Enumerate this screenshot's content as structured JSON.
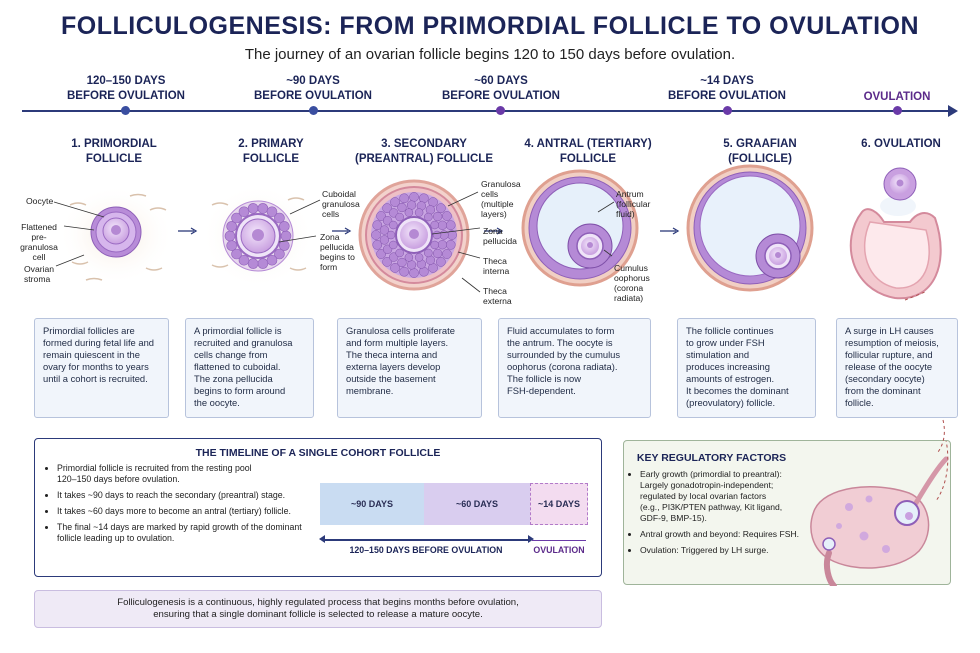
{
  "title": "FOLLICULOGENESIS: FROM PRIMORDIAL FOLLICLE TO OVULATION",
  "subtitle": "The journey of an ovarian follicle begins 120 to 150 days before ovulation.",
  "timeline": [
    {
      "line1": "120–150 DAYS",
      "line2": "BEFORE OVULATION"
    },
    {
      "line1": "~90 DAYS",
      "line2": "BEFORE OVULATION"
    },
    {
      "line1": "~60 DAYS",
      "line2": "BEFORE OVULATION"
    },
    {
      "line1": "~14 DAYS",
      "line2": "BEFORE OVULATION"
    },
    {
      "line1": "OVULATION",
      "line2": ""
    }
  ],
  "stages": [
    {
      "title1": "1. PRIMORDIAL",
      "title2": "FOLLICLE",
      "labels": [
        "Oocyte",
        "Flattened",
        "pre-granulosa",
        "cell",
        "Ovarian",
        "stroma"
      ],
      "desc": [
        "Primordial follicles are",
        "formed during fetal life and",
        "remain quiescent in the",
        "ovary for months to years",
        "until a cohort is recruited."
      ]
    },
    {
      "title1": "2. PRIMARY",
      "title2": "FOLLICLE",
      "labels": [
        "Cuboidal",
        "granulosa",
        "cells",
        "Zona",
        "pellucida",
        "begins to",
        "form"
      ],
      "desc": [
        "A primordial follicle is",
        "recruited and granulosa",
        "cells change from",
        "flattened to cuboidal.",
        "The zona pellucida",
        "begins to form around",
        "the oocyte."
      ]
    },
    {
      "title1": "3. SECONDARY",
      "title2": "(PREANTRAL) FOLLICLE",
      "labels": [
        "Granulosa",
        "cells",
        "(multiple",
        "layers)",
        "Zona",
        "pellucida",
        "Theca",
        "interna",
        "Theca",
        "externa"
      ],
      "desc": [
        "Granulosa cells proliferate",
        "and form multiple layers.",
        "The theca interna and",
        "externa layers develop",
        "outside the basement",
        "membrane."
      ]
    },
    {
      "title1": "4. ANTRAL (TERTIARY)",
      "title2": "FOLLICLE",
      "labels": [
        "Antrum",
        "(follicular",
        "fluid)",
        "Cumulus",
        "oophorus",
        "(corona",
        "radiata)"
      ],
      "desc": [
        "Fluid accumulates to form",
        "the antrum. The oocyte is",
        "surrounded by the cumulus",
        "oophorus (corona radiata).",
        "The follicle is now",
        "FSH-dependent."
      ]
    },
    {
      "title1": "5. GRAAFIAN",
      "title2": "(FOLLICLE)",
      "labels": [],
      "desc": [
        "The follicle continues",
        "to grow under FSH",
        "stimulation and",
        "produces increasing",
        "amounts of estrogen.",
        "It becomes the dominant",
        "(preovulatory) follicle."
      ]
    },
    {
      "title1": "6. OVULATION",
      "title2": "",
      "labels": [],
      "desc": [
        "A surge in LH causes",
        "resumption of meiosis,",
        "follicular rupture, and",
        "release of the oocyte",
        "(secondary oocyte)",
        "from the dominant",
        "follicle."
      ]
    }
  ],
  "cohort": {
    "title": "THE TIMELINE OF A SINGLE COHORT FOLLICLE",
    "bullets": [
      [
        "Primordial follicle is recruited from the resting pool",
        "120–150 days before ovulation."
      ],
      [
        "It takes ~90 days to reach the secondary (preantral) stage."
      ],
      [
        "It takes ~60 days more to become an antral (tertiary) follicle."
      ],
      [
        "The final ~14 days are marked by rapid growth of the dominant",
        "follicle leading up to ovulation."
      ]
    ],
    "bars": [
      "~90 DAYS",
      "~60 DAYS",
      "~14 DAYS"
    ],
    "range_label": "120–150 DAYS BEFORE OVULATION",
    "ovulation_label": "OVULATION"
  },
  "key_factors": {
    "title": "KEY REGULATORY FACTORS",
    "bullets": [
      [
        "Early growth (primordial to preantral):",
        "Largely gonadotropin-independent;",
        "regulated by local ovarian factors",
        "(e.g., PI3K/PTEN pathway, Kit ligand,",
        "GDF-9, BMP-15)."
      ],
      [
        "Antral growth and beyond: Requires FSH."
      ],
      [
        "Ovulation: Triggered by LH surge."
      ]
    ]
  },
  "footer": [
    "Folliculogenesis is a continuous, highly regulated process that begins months before ovulation,",
    "ensuring that a single dominant follicle is selected to release a mature oocyte."
  ],
  "colors": {
    "navy": "#1b2457",
    "purple": "#5b2a8a",
    "stroma": "#f1e4d6",
    "granulosa": "#b58ad6",
    "oocyte": "#d8b8ec",
    "theca": "#e9a6b8",
    "antrum": "#e6f0fa"
  }
}
